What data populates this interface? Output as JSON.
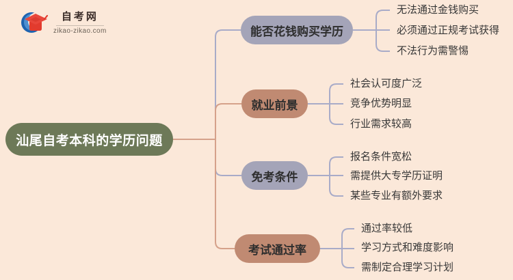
{
  "logo": {
    "site_name": "自考网",
    "site_url": "zikao-zikao.com",
    "icon": "graduation-cap-crescent-icon"
  },
  "mindmap": {
    "root": {
      "label": "汕尾自考本科的学历问题"
    },
    "branches": [
      {
        "label": "能否花钱购买学历",
        "color": "#A4A4B8",
        "children": [
          "无法通过金钱购买",
          "必须通过正规考试获得",
          "不法行为需警惕"
        ]
      },
      {
        "label": "就业前景",
        "color": "#C08A72",
        "children": [
          "社会认可度广泛",
          "竞争优势明显",
          "行业需求较高"
        ]
      },
      {
        "label": "免考条件",
        "color": "#A4A4B8",
        "children": [
          "报名条件宽松",
          "需提供大专学历证明",
          "某些专业有额外要求"
        ]
      },
      {
        "label": "考试通过率",
        "color": "#C08A72",
        "children": [
          "通过率较低",
          "学习方式和难度影响",
          "需制定合理学习计划"
        ]
      }
    ]
  },
  "colors": {
    "background": "#FBE8D9",
    "root_fill": "#6D7958",
    "root_text": "#FFFFFF",
    "branch_text": "#2E2E2E",
    "child_text": "#383838",
    "line_gray": "#A8ABC8",
    "line_terracotta": "#D5A18A",
    "logo_blue": "#1E63B0",
    "logo_red": "#E23B2E"
  }
}
